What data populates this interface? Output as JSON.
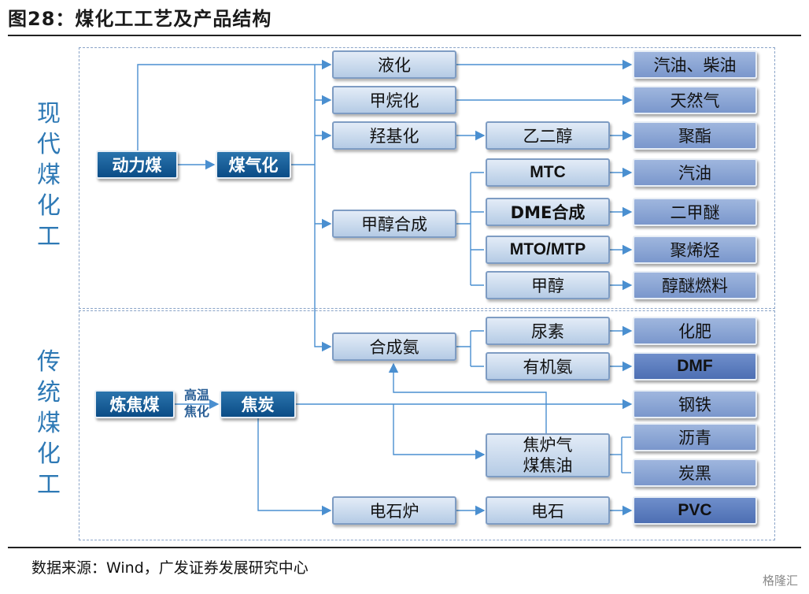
{
  "title": "图28：煤化工工艺及产品结构",
  "sections": {
    "modern": "现代煤化工",
    "traditional": "传统煤化工"
  },
  "boxes": {
    "power_coal": "动力煤",
    "gasification": "煤气化",
    "liquefaction": "液化",
    "methanation": "甲烷化",
    "carbonylation": "羟基化",
    "glycol": "乙二醇",
    "methanol_synthesis": "甲醇合成",
    "mtc": "MTC",
    "dme": "DME合成",
    "mto": "MTO/MTP",
    "methanol": "甲醇",
    "gasoline_diesel": "汽油、柴油",
    "natural_gas": "天然气",
    "polyester": "聚酯",
    "gasoline": "汽油",
    "dimethyl_ether": "二甲醚",
    "polyolefin": "聚烯烃",
    "alcohol_ether_fuel": "醇醚燃料",
    "ammonia_synthesis": "合成氨",
    "urea": "尿素",
    "organic_ammonia": "有机氨",
    "fertilizer": "化肥",
    "dmf": "DMF",
    "coking_coal": "炼焦煤",
    "coke": "焦炭",
    "steel": "钢铁",
    "coke_oven": "焦炉气\n煤焦油",
    "asphalt": "沥青",
    "carbon_black": "炭黑",
    "calcium_furnace": "电石炉",
    "calcium_carbide": "电石",
    "pvc": "PVC",
    "high_temp_coking": "高温\n焦化"
  },
  "source": "数据来源：Wind，广发证券发展研究中心",
  "watermark": "格隆汇",
  "colors": {
    "dark_box": "#0b4c86",
    "light_box": "#c8d8ec",
    "product_box": "#7a97cc",
    "section_label": "#2e79b5",
    "connector": "#4a8fd0"
  }
}
